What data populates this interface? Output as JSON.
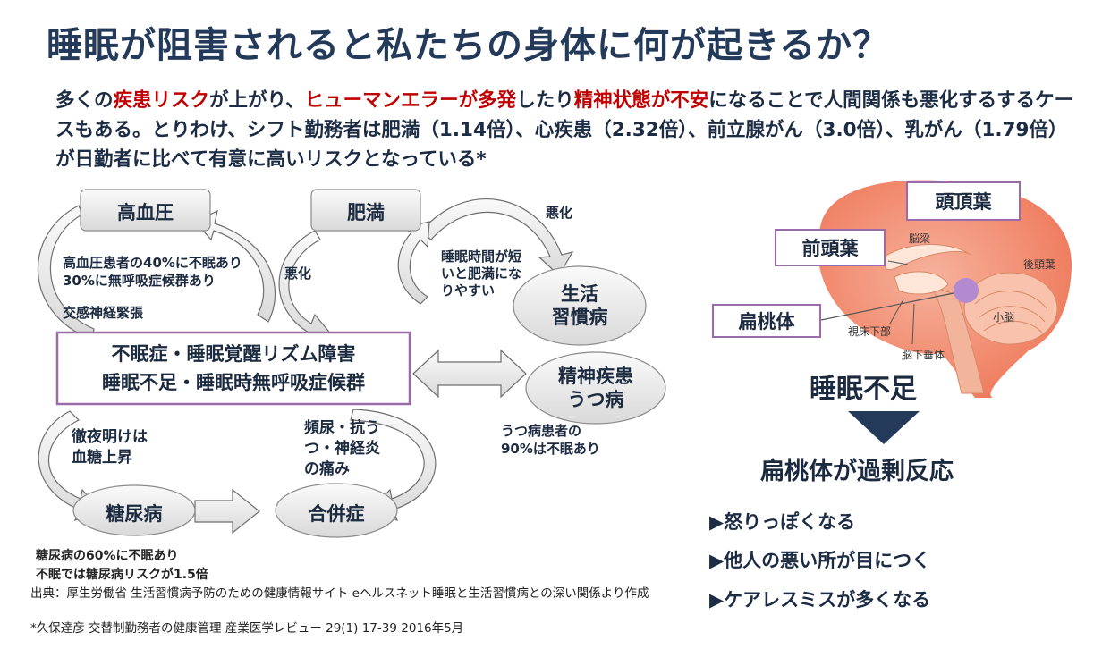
{
  "title": "睡眠が阻害されると私たちの身体に何が起きるか？",
  "intro": {
    "p1": "多くの",
    "r1": "疾患リスク",
    "p2": "が上がり、",
    "r2": "ヒューマンエラーが多発",
    "p3": "したり",
    "r3": "精神状態が不安",
    "p4": "になることで人間関係も悪化するするケースもある。とりわけ、シフト勤務者は肥満（1.14倍）、心疾患（2.32倍）、前立腺がん（3.0倍）、乳がん（1.79倍）が日勤者に比べて有意に高いリスクとなっている*"
  },
  "diagram": {
    "hypertension": "高血圧",
    "obesity": "肥満",
    "lifestyle": "生活\n習慣病",
    "mental": "精神疾患\nうつ病",
    "center_line1": "不眠症・睡眠覚醒リズム障害",
    "center_line2": "睡眠不足・睡眠時無呼吸症候群",
    "diabetes": "糖尿病",
    "complication": "合併症",
    "hypertension_note": "高血圧患者の40%に不眠あり\n30%に無呼吸症候群あり",
    "sympathetic": "交感神経緊張",
    "worsen1": "悪化",
    "worsen2": "悪化",
    "sleep_obesity": "睡眠時間が短\nいと肥満にな\nりやすい",
    "depression_note": "うつ病患者の\n90%は不眠あり",
    "allnighter": "徹夜明けは\n血糖上昇",
    "urination": "頻尿・抗う\nつ・神経炎\nの痛み",
    "diabetes_note": "糖尿病の60%に不眠あり\n不眠では糖尿病リスクが1.5倍"
  },
  "source1": "出典：厚生労働省 生活習慣病予防のための健康情報サイト eヘルスネット睡眠と生活習慣病との深い関係より作成",
  "source2": "*久保達彦 交替制勤務者の健康管理 産業医学レビュー 29(1) 17-39 2016年5月",
  "brain": {
    "parietal": "頭頂葉",
    "frontal": "前頭葉",
    "amygdala": "扁桃体",
    "corpus": "脳梁",
    "occipital": "後頭葉",
    "hypothalamus": "視床下部",
    "cerebellum": "小脳",
    "pituitary": "脳下垂体"
  },
  "sleep_deprivation": "睡眠不足",
  "amygdala_overreaction": "扁桃体が過剰反応",
  "effects": [
    "▶怒りっぽくなる",
    "▶他人の悪い所が目につく",
    "▶ケアレスミスが多くなる"
  ],
  "colors": {
    "title": "#243a5a",
    "emphasis": "#c00000",
    "box_border": "#9b6aa8",
    "amygdala": "#b389d0",
    "brain": "#f08a70"
  }
}
